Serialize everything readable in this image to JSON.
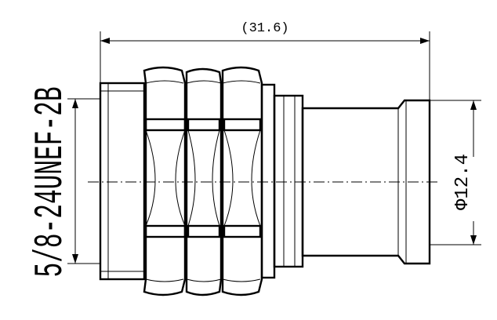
{
  "drawing": {
    "overall_length_label": "(31.6)",
    "thread_spec_label": "5/8-24UNEF-2B",
    "diameter_label": "Φ12.4"
  },
  "colors": {
    "line": "#000000",
    "background": "#ffffff"
  }
}
